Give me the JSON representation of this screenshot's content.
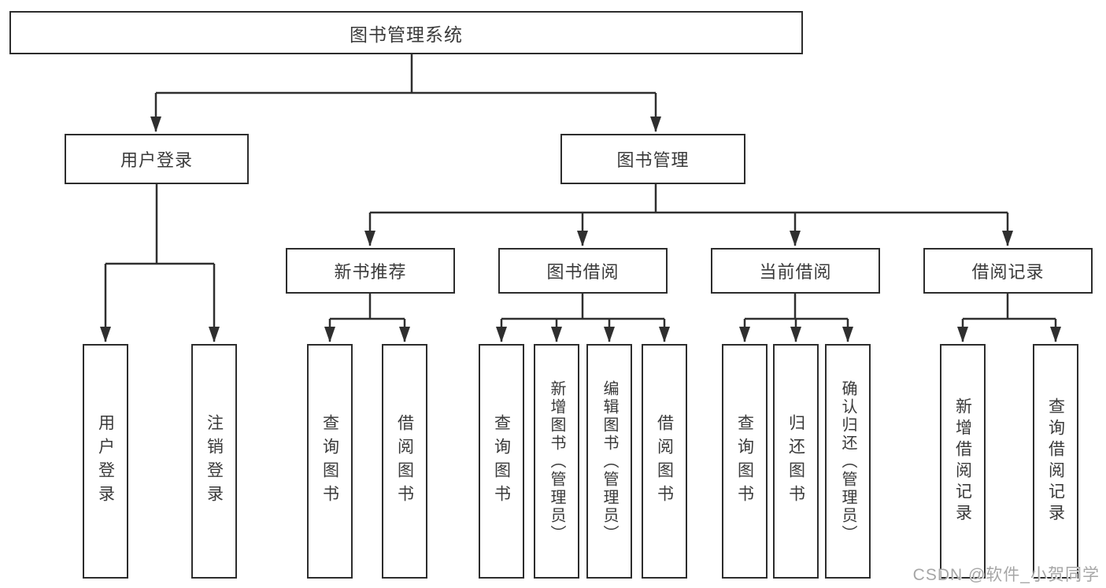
{
  "diagram_title": "图书管理系统",
  "nodes": {
    "root": "图书管理系统",
    "user_login": "用户登录",
    "book_mgmt": "图书管理",
    "new_book_rec": "新书推荐",
    "book_borrow": "图书借阅",
    "current_borrow": "当前借阅",
    "borrow_record": "借阅记录",
    "leaf_user_login": "用户登录",
    "leaf_logout": "注销登录",
    "leaf_rec_query": "查询图书",
    "leaf_rec_borrow": "借阅图书",
    "leaf_bb_query": "查询图书",
    "leaf_bb_add": "新增图书（管理员）",
    "leaf_bb_edit": "编辑图书（管理员）",
    "leaf_bb_borrow": "借阅图书",
    "leaf_cb_query": "查询图书",
    "leaf_cb_return": "归还图书",
    "leaf_cb_confirm": "确认归还（管理员）",
    "leaf_br_add": "新增借阅记录",
    "leaf_br_query": "查询借阅记录"
  },
  "hierarchy": {
    "图书管理系统": {
      "用户登录": [
        "用户登录",
        "注销登录"
      ],
      "图书管理": {
        "新书推荐": [
          "查询图书",
          "借阅图书"
        ],
        "图书借阅": [
          "查询图书",
          "新增图书（管理员）",
          "编辑图书（管理员）",
          "借阅图书"
        ],
        "当前借阅": [
          "查询图书",
          "归还图书",
          "确认归还（管理员）"
        ],
        "借阅记录": [
          "新增借阅记录",
          "查询借阅记录"
        ]
      }
    }
  },
  "watermark": "CSDN @软件_小贺同学",
  "colors": {
    "line": "#2f2f2f",
    "box_border": "#2d2d2d",
    "box_fill": "#ffffff",
    "text": "#3a3a3a",
    "watermark": "#a6a6a6"
  }
}
